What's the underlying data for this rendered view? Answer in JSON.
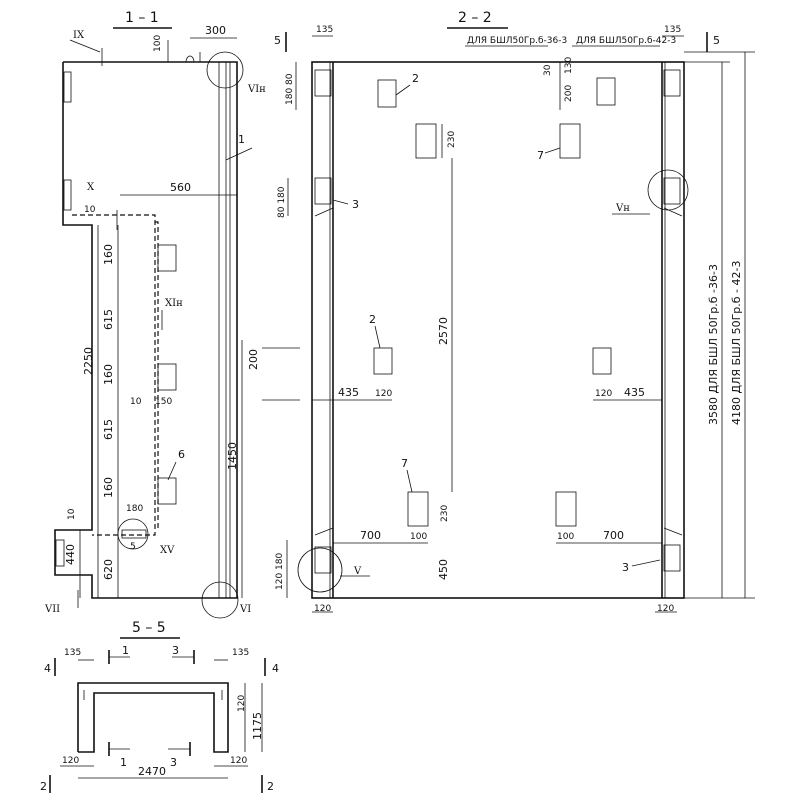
{
  "sections": {
    "s11": {
      "title": "1 – 1"
    },
    "s22": {
      "title": "2 – 2"
    },
    "s55": {
      "title": "5 – 5"
    }
  },
  "cut_marks": {
    "a5": "5",
    "b5": "5",
    "c4l": "4",
    "c4r": "4",
    "c2l": "2",
    "c2r": "2"
  },
  "nodes": {
    "IX": "IX",
    "X": "X",
    "XIn": "XIн",
    "XV": "XV",
    "VII": "VII",
    "VI": "VI",
    "VIn": "VIн",
    "Vn": "Vн",
    "V": "V"
  },
  "callouts": {
    "c1": "1",
    "c2a": "2",
    "c2b": "2",
    "c3a": "3",
    "c3b": "3",
    "c5": "5",
    "c6": "6",
    "c7a": "7",
    "c7b": "7"
  },
  "notes": {
    "bshl36": "ДЛЯ БШЛ50Гр.б-36-3",
    "bshl42": "ДЛЯ БШЛ50Гр.б-42-3",
    "dim3580": "3580  ДЛЯ БШЛ 50Гр.б -36-3",
    "dim4180": "4180  ДЛЯ БШЛ 50Гр.б - 42-3"
  },
  "dims": {
    "d300": "300",
    "d100a": "100",
    "d560": "560",
    "d10a": "10",
    "d160a": "160",
    "d615a": "615",
    "d160b": "160",
    "d10b": "10",
    "d150": "150",
    "d615b": "615",
    "d160c": "160",
    "d180a": "180",
    "d10c": "10",
    "d2250": "2250",
    "d440": "440",
    "d620": "620",
    "d1450": "1450",
    "d135a": "135",
    "d135b": "135",
    "d18080": "180 80",
    "d80180": "80 180",
    "d30": "30",
    "d130": "130",
    "d200a": "200",
    "d230a": "230",
    "d2570": "2570",
    "d200b": "200",
    "d435a": "435",
    "d120a": "120",
    "d120b": "120",
    "d435b": "435",
    "d700a": "700",
    "d100b": "100",
    "d100c": "100",
    "d700b": "700",
    "d230b": "230",
    "d450": "450",
    "d120180": "120 180",
    "d120c": "120",
    "d120d": "120",
    "d135c": "135",
    "d135d": "135",
    "d120e": "120",
    "d1175": "1175",
    "d120f": "120",
    "d2470": "2470",
    "d120g": "120"
  }
}
